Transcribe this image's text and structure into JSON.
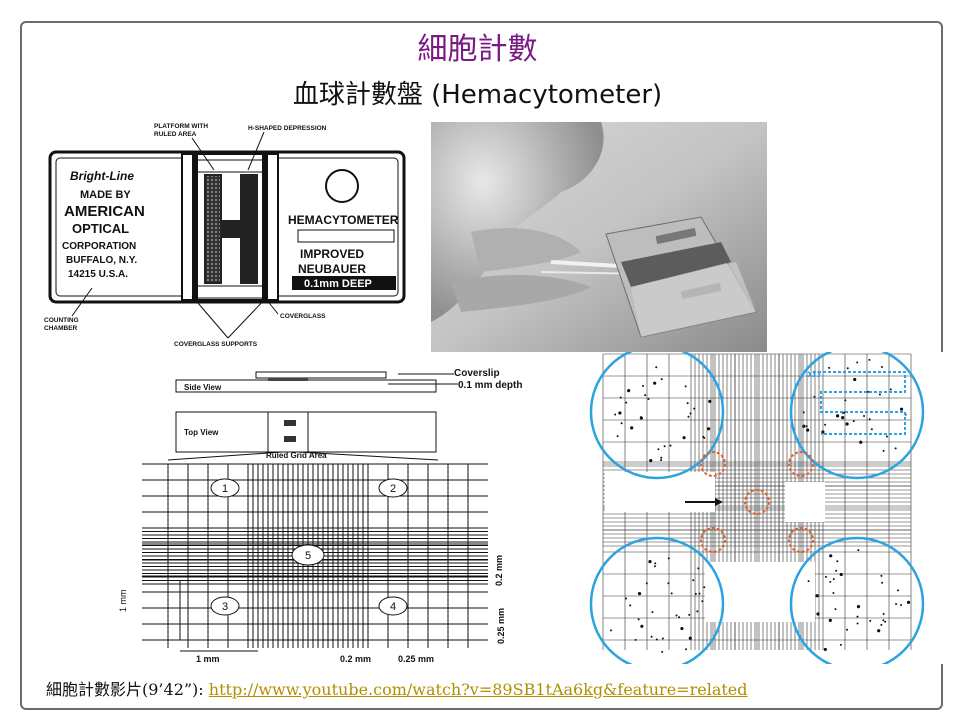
{
  "slide": {
    "title": "細胞計數",
    "subtitle": "血球計數盤 (Hemacytometer)"
  },
  "diagram_chamber": {
    "label_platform": "PLATFORM WITH",
    "label_platform2": "RULED AREA",
    "label_depression": "H-SHAPED DEPRESSION",
    "label_coverglass": "COVERGLASS",
    "label_counting": "COUNTING",
    "label_counting2": "CHAMBER",
    "label_supports": "COVERGLASS SUPPORTS",
    "plate_left_1": "Bright-Line",
    "plate_left_2": "MADE BY",
    "plate_left_3": "AMERICAN",
    "plate_left_4": "OPTICAL",
    "plate_left_5": "CORPORATION",
    "plate_left_6": "BUFFALO, N.Y.",
    "plate_left_7": "14215 U.S.A.",
    "plate_right_1": "HEMACYTOMETER",
    "plate_right_2": "IMPROVED",
    "plate_right_3": "NEUBAUER",
    "plate_right_4": "0.1mm DEEP"
  },
  "diagram_grid": {
    "coverslip": "Coverslip",
    "depth": "0.1 mm depth",
    "side_view": "Side View",
    "top_view": "Top View",
    "ruled_grid": "Ruled Grid Area",
    "sq1": "1",
    "sq2": "2",
    "sq3": "3",
    "sq4": "4",
    "sq5": "5",
    "dim_1mm_v": "1 mm",
    "dim_1mm_h": "1 mm",
    "dim_02mm_h": "0.2 mm",
    "dim_025mm_h": "0.25 mm",
    "dim_02mm_v": "0.2 mm",
    "dim_025mm_v": "0.25 mm"
  },
  "footer": {
    "label": "細胞計數影片(9’42”): ",
    "link": "http://www.youtube.com/watch?v=89SB1tAa6kg&feature=related"
  },
  "colors": {
    "title": "#7a1a83",
    "circle": "#2aa3e0",
    "small_circle": "#e0632a",
    "link": "#b08f00"
  }
}
